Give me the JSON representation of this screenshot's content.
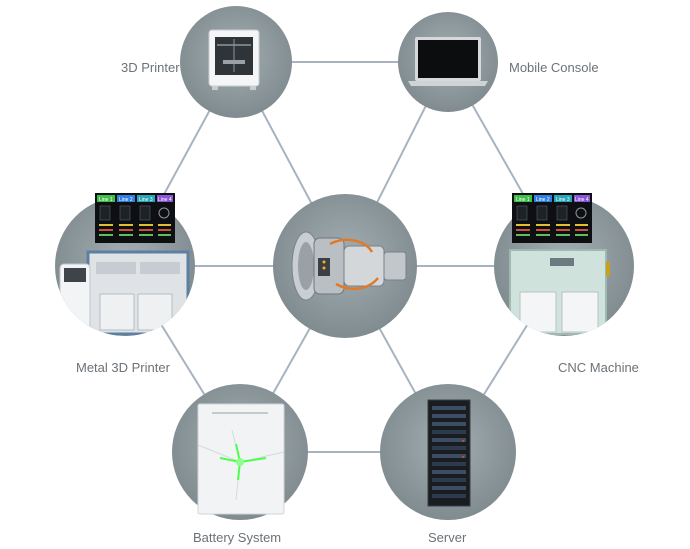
{
  "nodes": {
    "hub": {
      "label": ""
    },
    "printer_3d": {
      "label": "3D Printer"
    },
    "mobile_console": {
      "label": "Mobile Console"
    },
    "metal_3d_printer": {
      "label": "Metal 3D Printer"
    },
    "cnc_machine": {
      "label": "CNC Machine"
    },
    "battery_system": {
      "label": "Battery System"
    },
    "server": {
      "label": "Server"
    }
  },
  "screen_tabs": [
    "Line 1",
    "Line 2",
    "Line 3",
    "Line 4"
  ],
  "colors": {
    "node_fill": "#8a959a",
    "connector": "#a7b3c0",
    "label_text": "#6b7278",
    "tab_green": "#3fbf4a",
    "tab_blue": "#2f7fe0",
    "tab_teal": "#27a6b8",
    "tab_purple": "#8a55d6",
    "battery_glow": "#4dff4d"
  }
}
